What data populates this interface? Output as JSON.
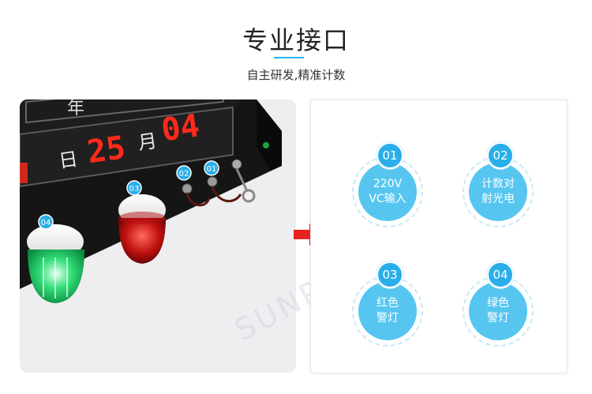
{
  "header": {
    "title": "专业接口",
    "subtitle": "自主研发,精准计数"
  },
  "photo": {
    "display_digits_top": "25",
    "display_digits_right": "04",
    "display_char_mid": "日",
    "display_char_right": "月",
    "display_char_top": "年",
    "labels": [
      "01",
      "02",
      "03",
      "04"
    ]
  },
  "features": [
    {
      "num": "01",
      "line1": "220V",
      "line2": "VC输入"
    },
    {
      "num": "02",
      "line1": "计数对",
      "line2": "射光电"
    },
    {
      "num": "03",
      "line1": "红色",
      "line2": "警灯"
    },
    {
      "num": "04",
      "line1": "绿色",
      "line2": "警灯"
    }
  ],
  "watermark": "SUNPN讯鹏",
  "colors": {
    "accent": "#2ab4f0",
    "arrow": "#e8231f",
    "led": "#ff2a1a"
  }
}
